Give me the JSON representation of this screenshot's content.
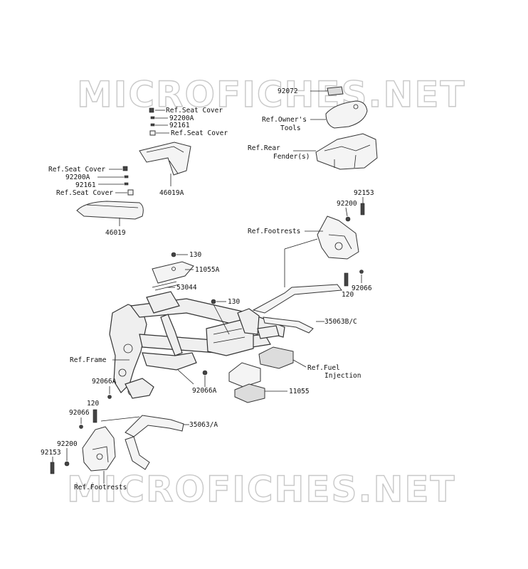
{
  "watermarks": [
    "MICROFICHES.NET",
    "MICROFICHES.NET"
  ],
  "labels": {
    "ref_seat_cover_1": "Ref.Seat Cover",
    "p92200A_1": "92200A",
    "p92161_1": "92161",
    "ref_seat_cover_2": "Ref.Seat Cover",
    "ref_seat_cover_3": "Ref.Seat Cover",
    "p92200A_2": "92200A",
    "p92161_2": "92161",
    "ref_seat_cover_4": "Ref.Seat Cover",
    "p46019A": "46019A",
    "p46019": "46019",
    "p92072": "92072",
    "ref_owners_tools_1": "Ref.Owner's",
    "ref_owners_tools_2": "Tools",
    "ref_rear_fender_1": "Ref.Rear",
    "ref_rear_fender_2": "Fender(s)",
    "p92153_r": "92153",
    "p92200_r": "92200",
    "ref_footrests_r": "Ref.Footrests",
    "p130_a": "130",
    "p11055A": "11055A",
    "p53044": "53044",
    "p120_r": "120",
    "p92066_r": "92066",
    "p130_b": "130",
    "p35063BC": "35063B/C",
    "ref_frame": "Ref.Frame",
    "ref_fuel_1": "Ref.Fuel",
    "ref_fuel_2": "Injection",
    "p92066A_l": "92066A",
    "p92066A_c": "92066A",
    "p11055": "11055",
    "p120_l": "120",
    "p92066_l": "92066",
    "p35063A": "35063/A",
    "p92200_l": "92200",
    "p92153_l": "92153",
    "ref_footrests_l": "Ref.Footrests"
  }
}
